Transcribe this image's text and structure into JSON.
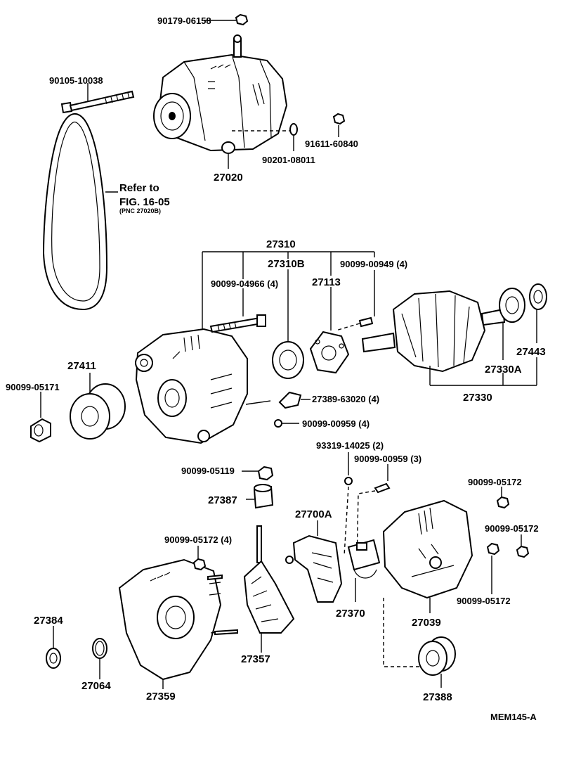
{
  "labels": {
    "p90179_06158": "90179-06158",
    "p90105_10038": "90105-10038",
    "p27020": "27020",
    "p90201_08011": "90201-08011",
    "p91611_60840": "91611-60840",
    "refer_line1": "Refer to",
    "refer_line2": "FIG. 16-05",
    "refer_line3": "(PNC 27020B)",
    "p27310": "27310",
    "p27310B": "27310B",
    "p90099_04966": "90099-04966 (4)",
    "p27113": "27113",
    "p90099_00949": "90099-00949 (4)",
    "p27443": "27443",
    "p27330A": "27330A",
    "p27330": "27330",
    "p27411": "27411",
    "p90099_05171": "90099-05171",
    "p27389_63020": "27389-63020 (4)",
    "p90099_00959_4": "90099-00959 (4)",
    "p93319_14025": "93319-14025 (2)",
    "p90099_00959_3": "90099-00959 (3)",
    "p90099_05119": "90099-05119",
    "p90099_05172_a": "90099-05172",
    "p27387": "27387",
    "p27700A": "27700A",
    "p90099_05172_b": "90099-05172",
    "p90099_05172_4": "90099-05172 (4)",
    "p90099_05172_c": "90099-05172",
    "p27384": "27384",
    "p27370": "27370",
    "p27039": "27039",
    "p27357": "27357",
    "p27064": "27064",
    "p27359": "27359",
    "p27388": "27388",
    "figure_code": "MEM145-A"
  }
}
